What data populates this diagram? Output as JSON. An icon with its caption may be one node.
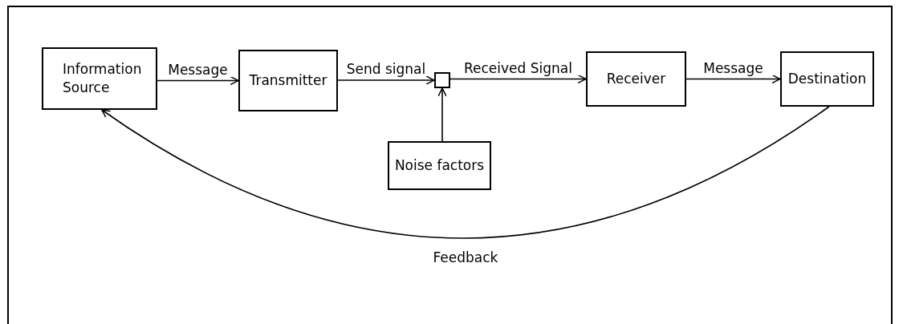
{
  "diagram": {
    "nodes": [
      {
        "text": [
          "Information Source"
        ]
      },
      {
        "text": [
          "Transmitter"
        ]
      },
      {
        "text": [],
        "shape": "box"
      },
      {
        "text": [
          "Receiver"
        ]
      },
      {
        "text": [
          "Destination"
        ]
      },
      {
        "text": [
          "Noise factors"
        ]
      }
    ],
    "edges": [
      {
        "from": 0,
        "to": 1,
        "arrow": "to",
        "label": "Message"
      },
      {
        "from": 1,
        "to": 2,
        "arrow": "to",
        "label": "Send signal"
      },
      {
        "from": 2,
        "to": 3,
        "arrow": "to",
        "label": "Received Signal"
      },
      {
        "from": 3,
        "to": 4,
        "arrow": "to",
        "label": "Message"
      },
      {
        "from": 5,
        "to": 2,
        "arrow": "to"
      },
      {
        "from": 4,
        "to": 0,
        "arrow": "to",
        "label": "Feedback"
      }
    ]
  }
}
